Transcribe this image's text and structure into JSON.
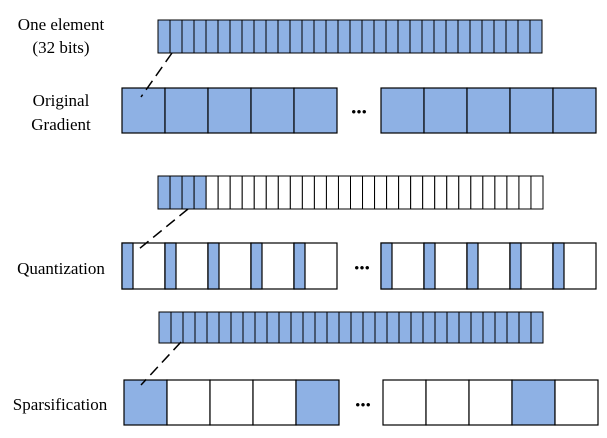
{
  "labels": {
    "one_element_line1": "One element",
    "one_element_line2": "(32 bits)",
    "original_line1": "Original",
    "original_line2": "Gradient",
    "quantization": "Quantization",
    "sparsification": "Sparsification",
    "ellipsis": "•••"
  },
  "colors": {
    "fill": "#8eb1e4",
    "empty": "#ffffff",
    "stroke": "#000000"
  },
  "rows": [
    {
      "id": "original-bits",
      "bits": 32,
      "filled_bits": 32
    },
    {
      "id": "original-elements",
      "left_pattern": [
        1,
        1,
        1,
        1,
        1
      ],
      "right_pattern": [
        1,
        1,
        1,
        1,
        1
      ]
    },
    {
      "id": "quantization-bits",
      "bits": 32,
      "filled_bits": 4
    },
    {
      "id": "quantization-elements",
      "left_pattern": [
        1,
        1,
        1,
        1,
        1
      ],
      "right_pattern": [
        1,
        1,
        1,
        1,
        1
      ],
      "partial_fill": true
    },
    {
      "id": "sparsification-bits",
      "bits": 32,
      "filled_bits": 32
    },
    {
      "id": "sparsification-elements",
      "left_pattern": [
        1,
        0,
        0,
        0,
        1
      ],
      "right_pattern": [
        0,
        0,
        0,
        1,
        0
      ]
    }
  ]
}
